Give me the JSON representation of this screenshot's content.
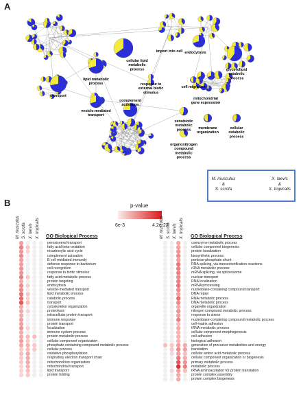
{
  "panel_a": {
    "label": "A",
    "clusters": [
      "cellular lipid\nmetabolic\nprocess",
      "import into cell",
      "endocytosis",
      "glycerolipid\ncatabolic\nprocess",
      "lipid metabolic\nprocess",
      "transport",
      "response to\nexternal biotic\nstimulus",
      "cell migration",
      "mitochondrial\ngene expression",
      "vesicle-mediated\ntransport",
      "complement\nactivation",
      "xenobiotic\nmetabolic\nprocess",
      "membrane\norganization",
      "cellular\ncatabolic\nprocess",
      "organonitrogen\ncompound\nmetabolic\nprocess"
    ],
    "legend": {
      "left": "M. musculus\n&\nS. scrofa",
      "right": "X. laevis\n&\nX. tropicalis"
    },
    "colors": {
      "blue": "#2b2fd6",
      "yellow": "#f4ea3a",
      "edge": "#888888"
    }
  },
  "panel_b": {
    "label": "B",
    "pvalue_title": "p-value",
    "pvalue_min": "6e-3",
    "pvalue_max": "4.2e-22",
    "species": [
      "M. musculus",
      "S. scrofa",
      "X. laevis",
      "X. tropicalis"
    ],
    "header": "GO Biological Process",
    "left_terms": [
      "peroxisomal transport",
      "fatty acid beta-oxidation",
      "tricarboxylic acid cycle",
      "complement activation",
      "B cell mediated immunity",
      "defense response to bacterium",
      "cell recognition",
      "response to biotic stimulus",
      "fatty acid metabolic process",
      "protein targeting",
      "endocytosis",
      "vesicle-mediated transport",
      "lipid metabolic process",
      "catabolic process",
      "transport",
      "cytoskeleton organization",
      "proteolysis",
      "intracellular protein transport",
      "immune response",
      "protein transport",
      "localization",
      "immune system process",
      "protein metabolic process",
      "cellular component organization",
      "phosphate-containing compound metabolic process",
      "cellular process",
      "oxidative phosphorylation",
      "respiratory electron transport chain",
      "mitochondrion organization",
      "mitochondrial transport",
      "lipid transport",
      "protein folding"
    ],
    "right_terms": [
      "coenzyme metabolic process",
      "cellular component biogenesis",
      "protein localization",
      "biosynthetic process",
      "pentose-phosphate shunt",
      "RNA splicing, via transesterification reactions",
      "rRNA metabolic process",
      "mRNA splicing, via spliceosome",
      "nuclear transport",
      "RNA localization",
      "mRNA processing",
      "nucleobase-containing compound transport",
      "DNA repair",
      "RNA metabolic process",
      "DNA metabolic process",
      "organelle organization",
      "nitrogen compound metabolic process",
      "response to stress",
      "nucleobase-containing compound metabolic process",
      "cell-matrix adhesion",
      "tRNA metabolic process",
      "cellular component morphogenesis",
      "cell adhesion",
      "biological adhesion",
      "generation of precursor metabolites and energy",
      "translation",
      "cellular amino acid metabolic process",
      "cellular component organization or biogenesis",
      "primary metabolic process",
      "metabolic process",
      "tRNA aminoacylation for protein translation",
      "protein complex assembly",
      "protein complex biogenesis"
    ],
    "left_values": [
      [
        0.35,
        0,
        0,
        0
      ],
      [
        0.5,
        0.15,
        0,
        0
      ],
      [
        0.4,
        0.1,
        0,
        0
      ],
      [
        0.45,
        0,
        0,
        0
      ],
      [
        0.35,
        0,
        0,
        0
      ],
      [
        0.35,
        0,
        0,
        0
      ],
      [
        0.4,
        0,
        0,
        0
      ],
      [
        0.4,
        0,
        0,
        0
      ],
      [
        0.5,
        0.15,
        0,
        0
      ],
      [
        0.3,
        0,
        0,
        0
      ],
      [
        0.45,
        0.1,
        0,
        0
      ],
      [
        0.45,
        0,
        0,
        0
      ],
      [
        0.55,
        0.15,
        0,
        0
      ],
      [
        0.6,
        0.1,
        0,
        0
      ],
      [
        0.7,
        0.2,
        0,
        0
      ],
      [
        0.3,
        0,
        0,
        0
      ],
      [
        0.3,
        0.1,
        0,
        0
      ],
      [
        0.3,
        0,
        0,
        0
      ],
      [
        0.35,
        0,
        0,
        0
      ],
      [
        0.35,
        0,
        0,
        0
      ],
      [
        0.4,
        0.1,
        0,
        0
      ],
      [
        0.3,
        0,
        0,
        0
      ],
      [
        0.3,
        0.2,
        0.2,
        0
      ],
      [
        0.35,
        0.15,
        0,
        0
      ],
      [
        0.3,
        0.25,
        0.15,
        0
      ],
      [
        0.15,
        0.2,
        0.15,
        0
      ],
      [
        0.2,
        0.3,
        0,
        0
      ],
      [
        0.15,
        0.3,
        0,
        0
      ],
      [
        0.15,
        0.3,
        0,
        0
      ],
      [
        0.1,
        0.25,
        0,
        0
      ],
      [
        0.1,
        0.2,
        0,
        0
      ],
      [
        0.1,
        0.15,
        0,
        0
      ]
    ],
    "right_values": [
      [
        0,
        0,
        0.3,
        0
      ],
      [
        0,
        0,
        0.35,
        0
      ],
      [
        0,
        0,
        0.4,
        0
      ],
      [
        0,
        0,
        0.45,
        0
      ],
      [
        0,
        0,
        0.35,
        0
      ],
      [
        0,
        0,
        0.55,
        0
      ],
      [
        0,
        0,
        0.5,
        0
      ],
      [
        0,
        0,
        0.5,
        0
      ],
      [
        0,
        0,
        0.45,
        0
      ],
      [
        0,
        0,
        0.5,
        0
      ],
      [
        0,
        0,
        0.55,
        0
      ],
      [
        0,
        0,
        0.45,
        0
      ],
      [
        0,
        0,
        0.35,
        0
      ],
      [
        0,
        0,
        0.6,
        0
      ],
      [
        0,
        0,
        0.45,
        0
      ],
      [
        0,
        0,
        0.3,
        0
      ],
      [
        0,
        0,
        0.4,
        0
      ],
      [
        0,
        0,
        0.35,
        0
      ],
      [
        0,
        0,
        0.5,
        0
      ],
      [
        0,
        0,
        0.2,
        0
      ],
      [
        0,
        0,
        0.3,
        0
      ],
      [
        0,
        0,
        0.25,
        0
      ],
      [
        0,
        0,
        0.25,
        0
      ],
      [
        0,
        0,
        0.25,
        0
      ],
      [
        0.2,
        0.15,
        0.35,
        0.3
      ],
      [
        0,
        0.15,
        0.45,
        0.35
      ],
      [
        0,
        0.1,
        0.35,
        0.2
      ],
      [
        0,
        0,
        0.55,
        0.3
      ],
      [
        0,
        0,
        0.7,
        0.4
      ],
      [
        0,
        0,
        0.9,
        0.5
      ],
      [
        0,
        0.1,
        0.35,
        0.2
      ],
      [
        0,
        0,
        0.3,
        0
      ],
      [
        0,
        0,
        0.3,
        0
      ]
    ]
  }
}
